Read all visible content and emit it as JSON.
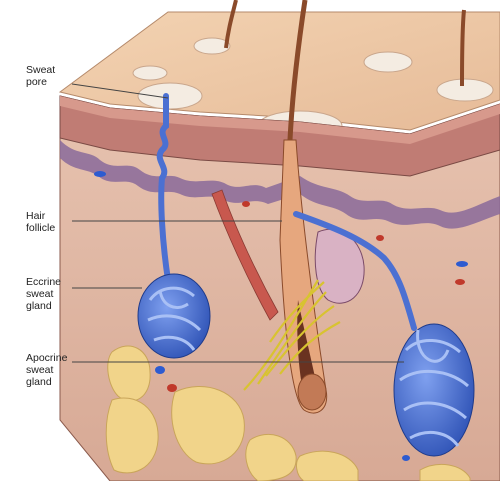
{
  "labels": {
    "sweat_pore": "Sweat\npore",
    "hair_follicle": "Hair\nfollicle",
    "eccrine_gland": "Eccrine\nsweat\ngland",
    "apocrine_gland": "Apocrine\nsweat\ngland"
  },
  "colors": {
    "skin_surface": "#ecc6a4",
    "epidermis_band": "#b06a6c",
    "basal_layer": "#7c5a8a",
    "dermis": "#dcb29e",
    "fat": "#f2d58a",
    "gland": "#3d66c9",
    "hair": "#8a4a2a",
    "nerve": "#d8c330",
    "outline": "#5a3d36"
  }
}
